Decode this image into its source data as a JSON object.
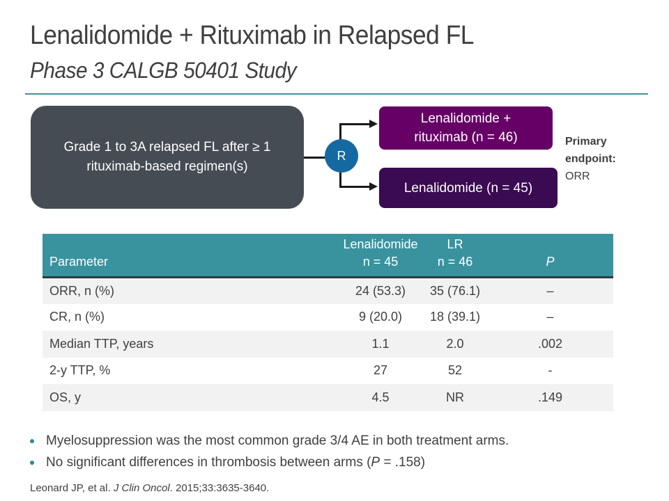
{
  "slide": {
    "title": "Lenalidomide + Rituximab in Relapsed FL",
    "subtitle": "Phase 3 CALGB 50401 Study",
    "accent_color": "#4a8f99"
  },
  "diagram": {
    "eligibility": "Grade 1 to 3A relapsed FL after ≥ 1 rituximab-based regimen(s)",
    "randomize_label": "R",
    "arms": [
      {
        "label": "Lenalidomide + rituximab (n = 46)",
        "color": "#660066"
      },
      {
        "label": "Lenalidomide (n = 45)",
        "color": "#3a0a52"
      }
    ],
    "primary_endpoint": {
      "label": "Primary endpoint:",
      "value": "ORR"
    }
  },
  "table": {
    "header_color": "#38939f",
    "columns": {
      "param": "Parameter",
      "l_name": "Lenalidomide",
      "l_n": "n = 45",
      "lr_name": "LR",
      "lr_n": "n = 46",
      "p": "P"
    },
    "rows": [
      {
        "param": "ORR, n (%)",
        "l": "24 (53.3)",
        "lr": "35 (76.1)",
        "p": "–"
      },
      {
        "param": "CR, n (%)",
        "l": "9 (20.0)",
        "lr": "18 (39.1)",
        "p": "–"
      },
      {
        "param": "Median TTP, years",
        "l": "1.1",
        "lr": "2.0",
        "p": ".002"
      },
      {
        "param": "2-y TTP, %",
        "l": "27",
        "lr": "52",
        "p": "-"
      },
      {
        "param": "OS, y",
        "l": "4.5",
        "lr": "NR",
        "p": ".149"
      }
    ]
  },
  "bullets": [
    {
      "text": "Myelosuppression was the most common grade 3/4 AE in both treatment arms."
    },
    {
      "text_before": "No significant differences in thrombosis between arms (",
      "p": "P",
      "text_after": " = .158)"
    }
  ],
  "citation": {
    "authors": "Leonard JP, et al. ",
    "journal": "J Clin Oncol",
    "details": ". 2015;33:3635-3640."
  }
}
